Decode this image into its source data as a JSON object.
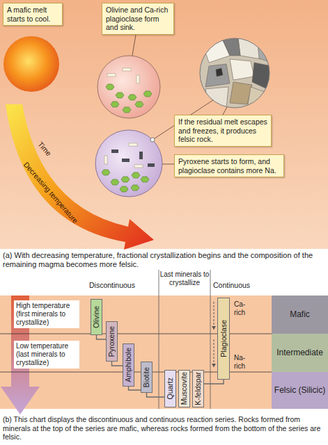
{
  "diagram": {
    "caption": "(b) This chart displays the discontinuous and continuous reaction series. Rocks formed from minerals at the top of the series are mafic, whereas rocks formed from the bottom of the series are felsic.",
    "nodes": [
      {
        "text": [
          "A mafic melt starts to cool."
        ]
      },
      {
        "text": [
          "Olivine and Ca-rich plagioclase form and sink."
        ]
      },
      {
        "text": [
          "If the residual melt escapes and freezes, it produces felsic rock."
        ]
      },
      {
        "text": [
          "Pyroxene starts to form, and plagioclase contains more Na."
        ]
      },
      {
        "text": [
          "High temperature (first minerals to crystallize)"
        ]
      },
      {
        "text": [
          "Low temperature (last minerals to crystallize)"
        ]
      },
      {
        "text": [
          "Olivine"
        ]
      },
      {
        "text": [
          "Pyroxene"
        ]
      },
      {
        "text": [
          "Amphibole"
        ]
      },
      {
        "text": [
          "Biotite"
        ]
      },
      {
        "text": [
          "Quartz"
        ]
      },
      {
        "text": [
          "Muscovite"
        ]
      },
      {
        "text": [
          "K-feldspar"
        ]
      },
      {
        "text": [
          "Plagioclase"
        ]
      },
      {
        "text": [
          "Mafic"
        ]
      },
      {
        "text": [
          "Intermediate"
        ]
      },
      {
        "text": [
          "Felsic (Silicic)"
        ]
      }
    ],
    "edges": [
      {
        "from": 6,
        "to": 7,
        "arrow": "none"
      },
      {
        "from": 7,
        "to": 8,
        "arrow": "none"
      },
      {
        "from": 8,
        "to": 9,
        "arrow": "none"
      },
      {
        "from": 9,
        "to": 10,
        "arrow": "none"
      },
      {
        "from": 13,
        "to": 12,
        "arrow": "none"
      }
    ],
    "labels": [
      "Time",
      "Decreasing temperature",
      "(a) With decreasing temperature, fractional crystallization begins and the composition of the remaining magma becomes more felsic.",
      "Discontinuous",
      "Last minerals to crystallize",
      "Continuous",
      "Ca-rich",
      "Na-rich"
    ]
  }
}
